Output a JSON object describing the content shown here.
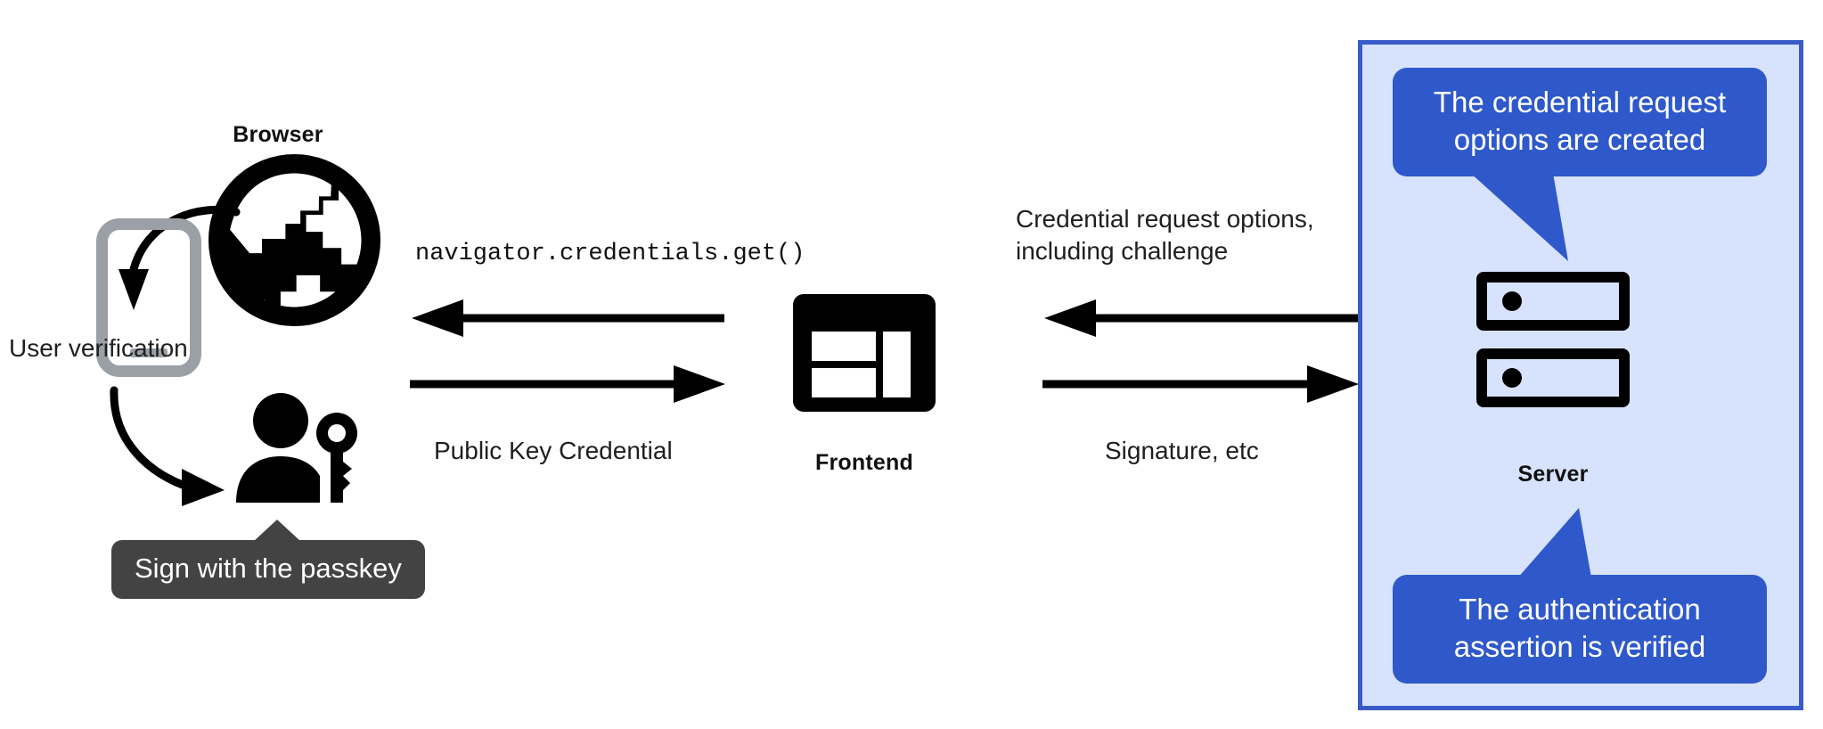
{
  "diagram": {
    "title": "WebAuthn passkey authentication flow",
    "background": "#ffffff"
  },
  "colors": {
    "panel_fill": "#d7e3fc",
    "panel_border": "#3a5bc7",
    "callout_blue": "#2f59ca",
    "tooltip_dark": "#434343",
    "phone_gray": "#9aa0a6",
    "ink": "#111111"
  },
  "client": {
    "browser_label": "Browser",
    "user_verification_label": "User verification",
    "passkey_tooltip": "Sign with the passkey",
    "icons": {
      "browser": "globe-icon",
      "device": "phone-icon",
      "user": "person-with-key-icon"
    }
  },
  "frontend": {
    "label": "Frontend",
    "icon": "web-layout-icon"
  },
  "server": {
    "label": "Server",
    "icon": "server-racks-icon",
    "callouts": [
      {
        "id": "credential-options",
        "text": "The credential request\noptions are created"
      },
      {
        "id": "assertion-verified",
        "text": "The authentication\nassertion is verified"
      }
    ]
  },
  "edges": {
    "browser_frontend_top": {
      "label": "navigator.credentials.get()",
      "direction": "left",
      "style": "monospace"
    },
    "browser_frontend_bottom": {
      "label": "Public Key Credential",
      "direction": "right",
      "style": "sans"
    },
    "frontend_server_top": {
      "label": "Credential request options,\nincluding challenge",
      "direction": "left",
      "style": "sans"
    },
    "frontend_server_bottom": {
      "label": "Signature, etc",
      "direction": "right",
      "style": "sans"
    }
  }
}
